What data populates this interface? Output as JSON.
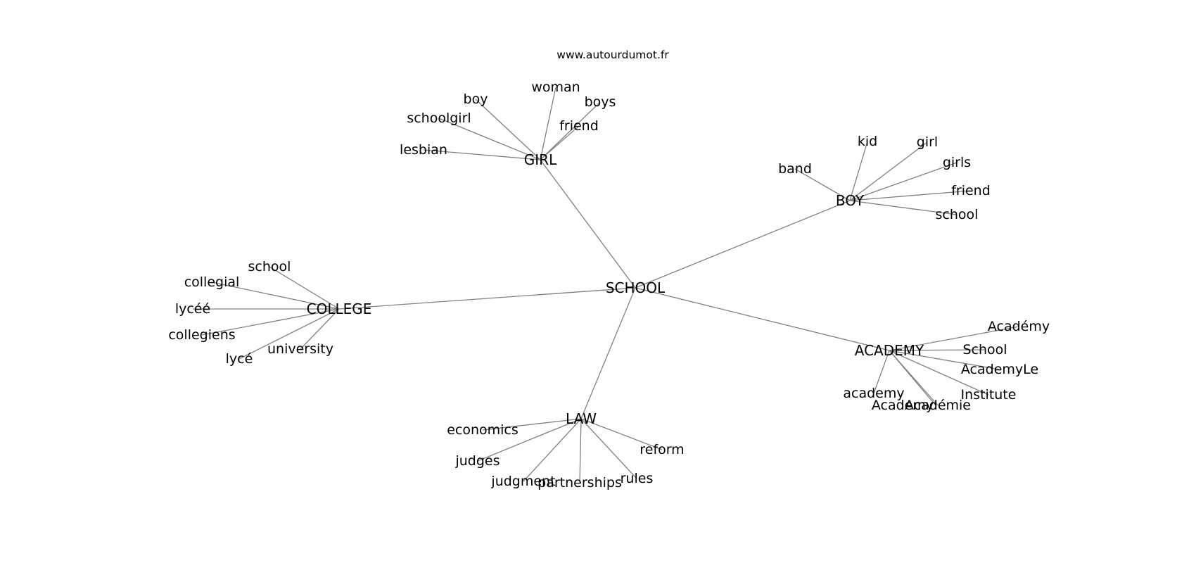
{
  "watermark": "www.autourdumot.fr",
  "center": "SCHOOL",
  "colors": {
    "edge": "#808080",
    "text": "#000000",
    "background": "#ffffff"
  },
  "clusters": [
    {
      "hub": "GIRL",
      "words": [
        "boy",
        "woman",
        "boys",
        "friend",
        "schoolgirl",
        "lesbian"
      ]
    },
    {
      "hub": "BOY",
      "words": [
        "kid",
        "girl",
        "girls",
        "friend",
        "school",
        "band"
      ]
    },
    {
      "hub": "COLLEGE",
      "words": [
        "school",
        "collegial",
        "lycéé",
        "collegiens",
        "lycé",
        "university"
      ]
    },
    {
      "hub": "ACADEMY",
      "words": [
        "Académy",
        "School",
        "AcademyLe",
        "Institute",
        "Académie",
        "Academy",
        "academy"
      ]
    },
    {
      "hub": "LAW",
      "words": [
        "economics",
        "judges",
        "judgment",
        "partnerships",
        "rules",
        "reform"
      ]
    }
  ]
}
